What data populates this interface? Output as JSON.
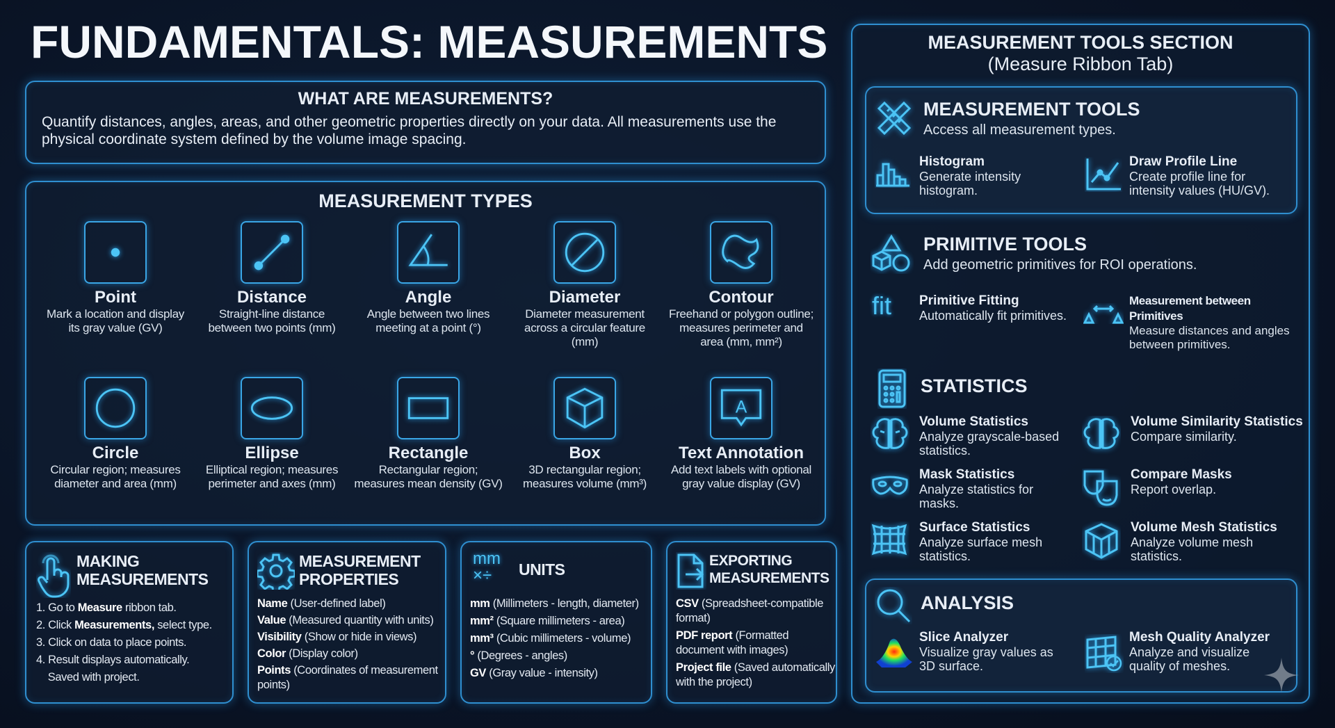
{
  "title": "FUNDAMENTALS: MEASUREMENTS",
  "what": {
    "heading": "WHAT ARE MEASUREMENTS?",
    "text": "Quantify distances, angles, areas, and other geometric properties directly on your data. All measurements use the physical coordinate system defined by the volume image spacing."
  },
  "types": {
    "heading": "MEASUREMENT TYPES",
    "items": [
      {
        "name": "Point",
        "desc": "Mark a location and display its gray value (GV)",
        "icon": "point-icon"
      },
      {
        "name": "Distance",
        "desc": "Straight-line distance between two points (mm)",
        "icon": "distance-icon"
      },
      {
        "name": "Angle",
        "desc": "Angle between two lines meeting at a point (°)",
        "icon": "angle-icon"
      },
      {
        "name": "Diameter",
        "desc": "Diameter measurement across a circular feature (mm)",
        "icon": "diameter-icon"
      },
      {
        "name": "Contour",
        "desc": "Freehand or polygon outline; measures perimeter and area (mm, mm²)",
        "icon": "contour-icon"
      },
      {
        "name": "Circle",
        "desc": "Circular region; measures diameter and area (mm)",
        "icon": "circle-icon"
      },
      {
        "name": "Ellipse",
        "desc": "Elliptical region; measures perimeter and axes (mm)",
        "icon": "ellipse-icon"
      },
      {
        "name": "Rectangle",
        "desc": "Rectangular region; measures mean density (GV)",
        "icon": "rectangle-icon"
      },
      {
        "name": "Box",
        "desc": "3D rectangular region; measures volume (mm³)",
        "icon": "box-icon"
      },
      {
        "name": "Text Annotation",
        "desc": "Add text labels with optional gray value display (GV)",
        "icon": "text-annotation-icon"
      }
    ]
  },
  "making": {
    "heading1": "MAKING",
    "heading2": "MEASUREMENTS",
    "steps": [
      {
        "pre": "1. Go to ",
        "bold": "Measure",
        "post": " ribbon tab."
      },
      {
        "pre": "2. Click ",
        "bold": "Measurements,",
        "post": " select type."
      },
      {
        "pre": "3. Click on data to place points.",
        "bold": "",
        "post": ""
      },
      {
        "pre": "4. Result displays automatically.",
        "bold": "",
        "post": ""
      },
      {
        "pre": "    Saved with project.",
        "bold": "",
        "post": ""
      }
    ]
  },
  "properties": {
    "heading1": "MEASUREMENT",
    "heading2": "PROPERTIES",
    "items": [
      {
        "k": "Name",
        "v": " (User-defined label)"
      },
      {
        "k": "Value",
        "v": " (Measured quantity with units)"
      },
      {
        "k": "Visibility",
        "v": " (Show or hide in views)"
      },
      {
        "k": "Color",
        "v": " (Display color)"
      },
      {
        "k": "Points",
        "v": " (Coordinates of measurement points)"
      }
    ]
  },
  "units": {
    "heading": "UNITS",
    "icon_top": "mm",
    "icon_bottom": "×÷",
    "items": [
      {
        "k": "mm",
        "v": " (Millimeters - length, diameter)"
      },
      {
        "k": "mm²",
        "v": " (Square millimeters - area)"
      },
      {
        "k": "mm³",
        "v": " (Cubic millimeters - volume)"
      },
      {
        "k": "°",
        "v": " (Degrees - angles)"
      },
      {
        "k": "GV",
        "v": " (Gray value - intensity)"
      }
    ]
  },
  "exporting": {
    "heading1": "EXPORTING",
    "heading2": "MEASUREMENTS",
    "items": [
      {
        "k": "CSV",
        "v": " (Spreadsheet-compatible format)"
      },
      {
        "k": "PDF report",
        "v": " (Formatted document with images)"
      },
      {
        "k": "Project file",
        "v": " (Saved automatically with the project)"
      }
    ]
  },
  "right": {
    "heading1": "MEASUREMENT TOOLS SECTION",
    "heading2": "(Measure Ribbon Tab)",
    "tools": {
      "heading": "MEASUREMENT TOOLS",
      "sub": "Access all measurement types.",
      "items": [
        {
          "name": "Histogram",
          "desc": "Generate intensity histogram."
        },
        {
          "name": "Draw Profile Line",
          "desc": "Create profile line for intensity values (HU/GV)."
        }
      ]
    },
    "primitive": {
      "heading": "PRIMITIVE TOOLS",
      "sub": "Add geometric primitives for ROI operations.",
      "fit_glyph": "fit",
      "items": [
        {
          "name": "Primitive Fitting",
          "desc": "Automatically fit primitives."
        },
        {
          "name": "Measurement between Primitives",
          "desc": "Measure distances and angles between primitives."
        }
      ]
    },
    "statistics": {
      "heading": "STATISTICS",
      "items": [
        {
          "name": "Volume Statistics",
          "desc": "Analyze grayscale-based statistics."
        },
        {
          "name": "Volume Similarity Statistics",
          "desc": "Compare similarity."
        },
        {
          "name": "Mask Statistics",
          "desc": "Analyze statistics for masks."
        },
        {
          "name": "Compare Masks",
          "desc": "Report overlap."
        },
        {
          "name": "Surface Statistics",
          "desc": "Analyze surface mesh statistics."
        },
        {
          "name": "Volume Mesh Statistics",
          "desc": "Analyze volume mesh statistics."
        }
      ]
    },
    "analysis": {
      "heading": "ANALYSIS",
      "items": [
        {
          "name": "Slice Analyzer",
          "desc": "Visualize gray values as 3D surface."
        },
        {
          "name": "Mesh Quality Analyzer",
          "desc": "Analyze and visualize quality of meshes."
        }
      ]
    }
  },
  "colors": {
    "accent": "#3aa6e6",
    "background": "#0a1426"
  }
}
